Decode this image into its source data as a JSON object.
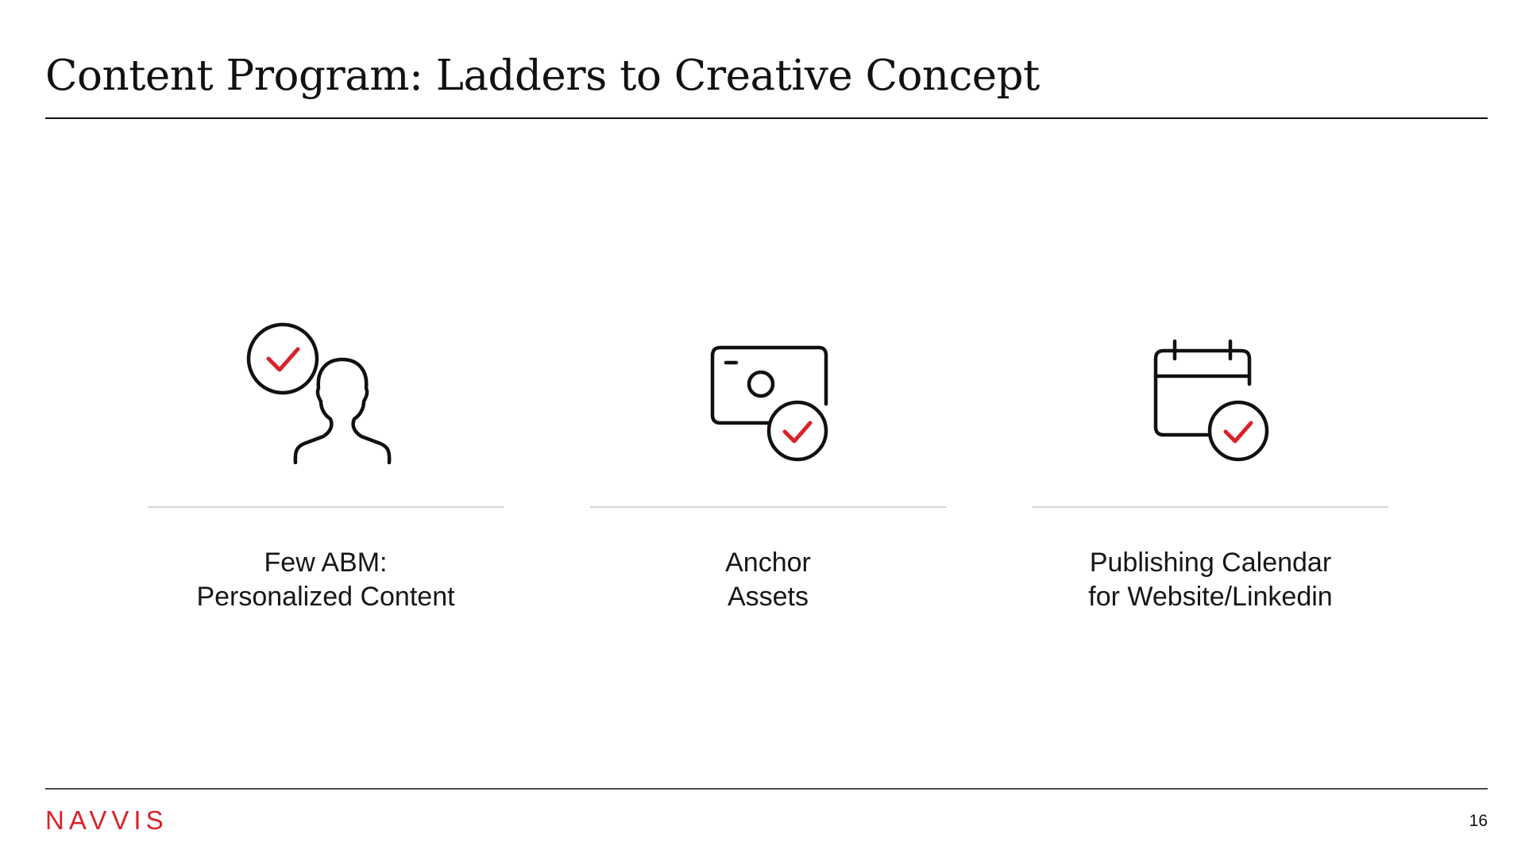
{
  "slide": {
    "title": "Content Program: Ladders to Creative Concept",
    "page_number": "16",
    "brand": "NAVVIS"
  },
  "colors": {
    "accent_red": "#d8232a",
    "ink": "#111111",
    "divider": "#d4d4d4"
  },
  "items": [
    {
      "icon": "user-check-icon",
      "caption_line1": "Few ABM:",
      "caption_line2": "Personalized Content"
    },
    {
      "icon": "camera-check-icon",
      "caption_line1": "Anchor",
      "caption_line2": "Assets"
    },
    {
      "icon": "calendar-check-icon",
      "caption_line1": "Publishing Calendar",
      "caption_line2": "for Website/Linkedin"
    }
  ]
}
